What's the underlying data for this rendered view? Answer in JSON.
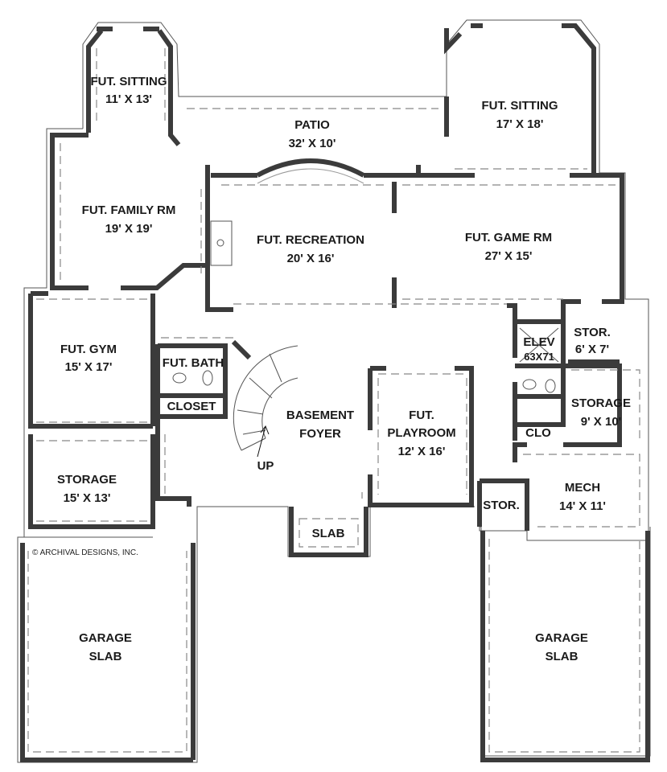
{
  "plan": {
    "rooms": [
      {
        "name": "FUT. SITTING",
        "size": "11' X 13'"
      },
      {
        "name": "PATIO",
        "size": "32' X 10'"
      },
      {
        "name": "FUT. SITTING",
        "size": "17' X 18'"
      },
      {
        "name": "FUT. FAMILY RM",
        "size": "19' X 19'"
      },
      {
        "name": "FUT. RECREATION",
        "size": "20' X 16'"
      },
      {
        "name": "FUT. GAME RM",
        "size": "27' X 15'"
      },
      {
        "name": "FUT. GYM",
        "size": "15' X 17'"
      },
      {
        "name": "FUT. BATH"
      },
      {
        "name": "CLOSET"
      },
      {
        "name": "BASEMENT",
        "name2": "FOYER"
      },
      {
        "name": "FUT.",
        "name2": "PLAYROOM",
        "size": "12' X 16'"
      },
      {
        "name": "ELEV",
        "size": "63X71"
      },
      {
        "name": "STOR.",
        "size": "6' X 7'"
      },
      {
        "name": "STORAGE",
        "size": "9' X 10'"
      },
      {
        "name": "CLO"
      },
      {
        "name": "MECH",
        "size": "14' X 11'"
      },
      {
        "name": "STOR."
      },
      {
        "name": "STORAGE",
        "size": "15' X 13'"
      },
      {
        "name": "SLAB"
      },
      {
        "name": "GARAGE",
        "name2": "SLAB"
      },
      {
        "name": "GARAGE",
        "name2": "SLAB"
      }
    ],
    "stair_label": "UP",
    "copyright": "© ARCHIVAL DESIGNS, INC.",
    "colors": {
      "wall": "#3b3b3b",
      "background": "#ffffff"
    }
  }
}
